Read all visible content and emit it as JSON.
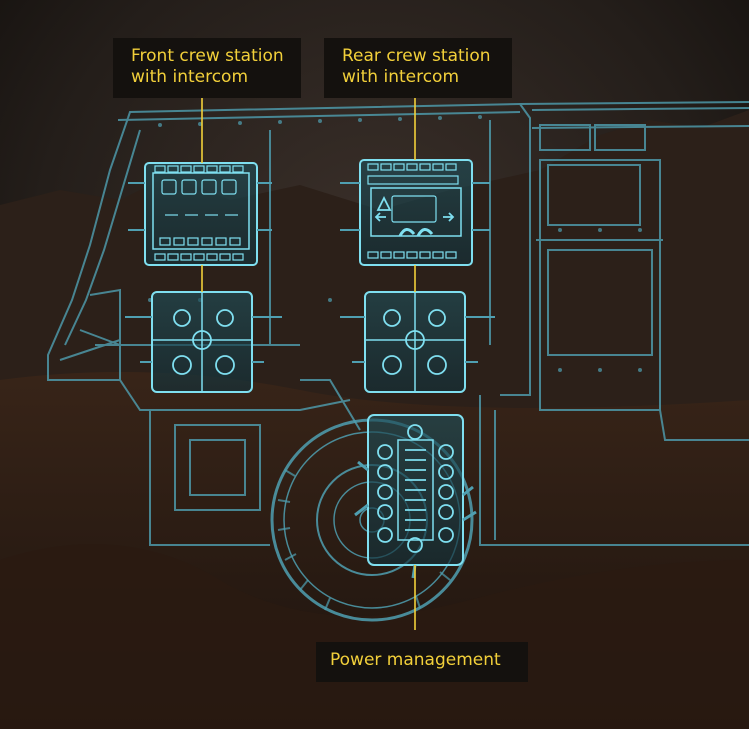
{
  "labels": {
    "front_station": [
      "Front crew station",
      "with intercom"
    ],
    "rear_station": [
      "Rear crew station",
      "with intercom"
    ],
    "power": "Power management"
  },
  "colors": {
    "outline": "#5fb6c8",
    "highlight": "#7fdff0",
    "leader": "#f2d03a",
    "label_text": "#f2d03a",
    "label_bg": "#14110e"
  },
  "icons": [
    "speaker-knob-icon",
    "arrow-left-icon",
    "arrow-right-icon",
    "triangle-warning-icon"
  ]
}
